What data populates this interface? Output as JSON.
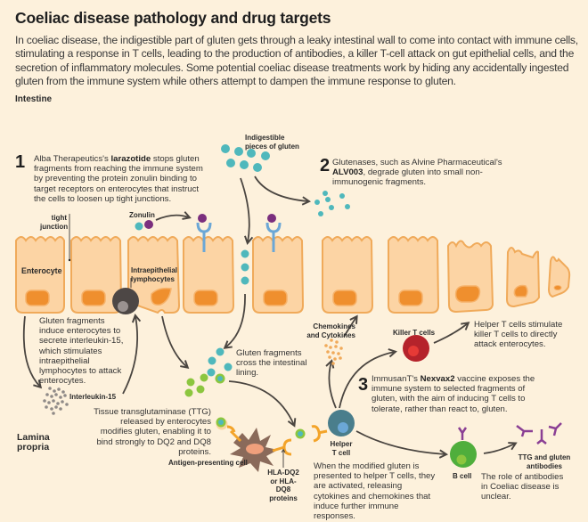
{
  "title": "Coeliac disease pathology and drug targets",
  "intro": "In coeliac disease, the indigestible part of gluten gets through a leaky intestinal wall to come into contact with immune cells, stimulating a response in T cells, leading to the production of antibodies, a killer T-cell attack on gut epithelial cells, and the secretion of inflammatory molecules. Some potential coeliac disease treatments work by hiding any accidentally ingested gluten from the immune system while others attempt to dampen the immune response to gluten.",
  "regions": {
    "intestine": "Intestine",
    "lamina_propria_1": "Lamina",
    "lamina_propria_2": "propria"
  },
  "drug_targets": [
    {
      "number": "1",
      "pre": "Alba Therapeutics's ",
      "drug": "larazotide",
      "post": " stops gluten fragments from reaching the immune system by preventing the protein zonulin binding to target receptors on enterocytes that instruct the cells to loosen up tight junctions."
    },
    {
      "number": "2",
      "pre": "Glutenases, such as Alvine Pharmaceutical's ",
      "drug": "ALV003",
      "post": ", degrade gluten into small non-immunogenic fragments."
    },
    {
      "number": "3",
      "pre": "ImmusanT's ",
      "drug": "Nexvax2",
      "post": " vaccine exposes the immune system to selected fragments of gluten, with the aim of inducing T cells to tolerate, rather than react to, gluten."
    }
  ],
  "labels": {
    "indigestible_1": "Indigestible",
    "indigestible_2": "pieces of gluten",
    "zonulin": "Zonulin",
    "tight_1": "tight",
    "tight_2": "junction",
    "enterocyte": "Enterocyte",
    "iel_1": "Intraepithelial",
    "iel_2": "lymphocytes",
    "chemokines_1": "Chemokines",
    "chemokines_2": "and Cytokines",
    "killer": "Killer T cells",
    "interleukin": "Interleukin-15",
    "apc": "Antigen-presenting cell",
    "hla_1": "HLA-DQ2",
    "hla_2": "or HLA-DQ8",
    "hla_3": "proteins",
    "helper_1": "Helper",
    "helper_2": "T cell",
    "bcell": "B cell",
    "antibodies_1": "TTG and gluten",
    "antibodies_2": "antibodies"
  },
  "notes": {
    "gluten_fragments_il15": "Gluten fragments induce enterocytes to secrete interleukin-15, which stimulates intraepithelial lymphocytes to attack enterocytes.",
    "cross_lining": "Gluten fragments cross the intestinal lining.",
    "ttg": "Tissue transglutaminase (TTG) released by enterocytes modifies gluten, enabling it to bind strongly to DQ2 and DQ8 proteins.",
    "helper_stimulate": "Helper T cells stimulate killer T cells to directly attack enterocytes.",
    "helper_activated": "When the modified gluten is presented to helper T cells, they are activated, releasing cytokines and chemokines that induce further immune responses.",
    "antibody_role": "The role of antibodies in Coeliac disease is unclear."
  },
  "colors": {
    "background": "#fdf1dc",
    "cell_fill": "#fcd4a4",
    "cell_stroke": "#f0aa5a",
    "nucleus": "#ef8f2e",
    "gluten_teal": "#4fb8bc",
    "modified_green": "#8cc63f",
    "zonulin_purple": "#7b2f7e",
    "receptor_blue": "#6ba7d6",
    "helper_cell": "#4a7e8c",
    "killer_cell": "#b5232b",
    "b_cell": "#4fae3c",
    "apc_brown": "#8a6a5a",
    "hla_orange": "#f3a42a",
    "arrow": "#4a4540",
    "lymphocyte": "#555"
  }
}
